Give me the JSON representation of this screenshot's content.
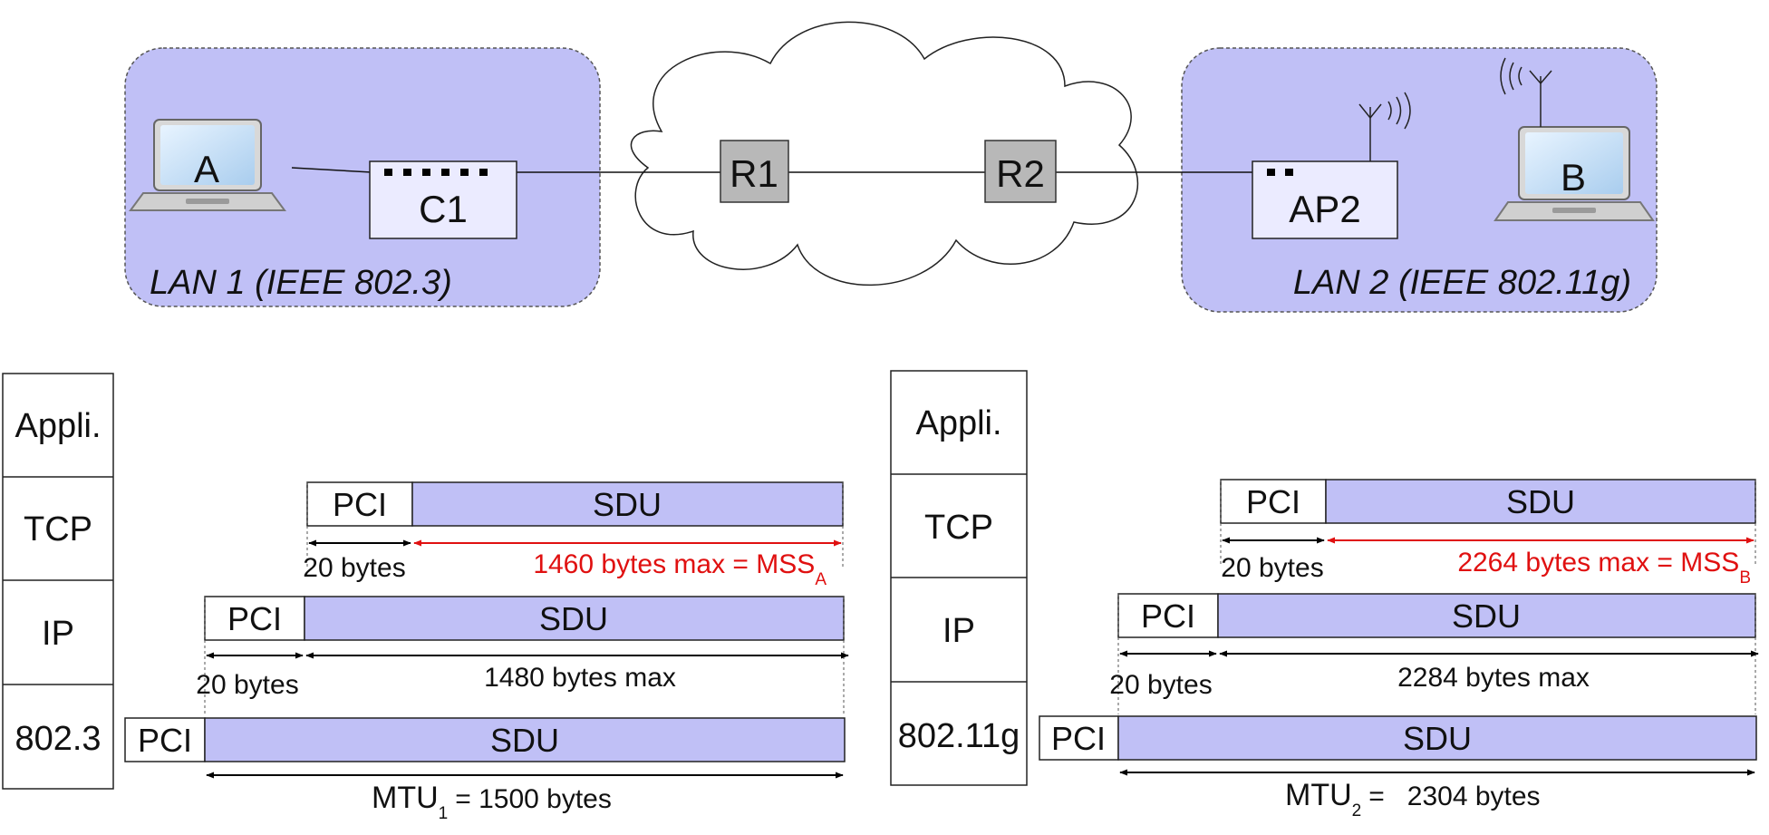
{
  "colors": {
    "lan_fill": "#c0c0f6",
    "sdu_fill": "#c0c0f6",
    "router_fill": "#b8b8b8",
    "highlight": "#e01010"
  },
  "network": {
    "lan1_label": "LAN 1 (IEEE 802.3)",
    "lan2_label": "LAN 2 (IEEE 802.11g)",
    "host_a": "A",
    "host_b": "B",
    "switch_c1": "C1",
    "ap2": "AP2",
    "router_r1": "R1",
    "router_r2": "R2"
  },
  "stack_left": {
    "layers": [
      "Appli.",
      "TCP",
      "IP",
      "802.3"
    ],
    "pci": "PCI",
    "sdu": "SDU",
    "tcp_header": "20 bytes",
    "mss_text": "1460 bytes max = MSS",
    "mss_sub": "A",
    "ip_header": "20 bytes",
    "ip_payload": "1480 bytes max",
    "mtu_prefix": "MTU",
    "mtu_sub": "1",
    "mtu_value": "= 1500 bytes"
  },
  "stack_right": {
    "layers": [
      "Appli.",
      "TCP",
      "IP",
      "802.11g"
    ],
    "pci": "PCI",
    "sdu": "SDU",
    "tcp_header": "20 bytes",
    "mss_text": "2264 bytes max = MSS",
    "mss_sub": "B",
    "ip_header": "20 bytes",
    "ip_payload": "2284 bytes max",
    "mtu_prefix": "MTU",
    "mtu_sub": "2",
    "mtu_value": "=   2304 bytes"
  }
}
